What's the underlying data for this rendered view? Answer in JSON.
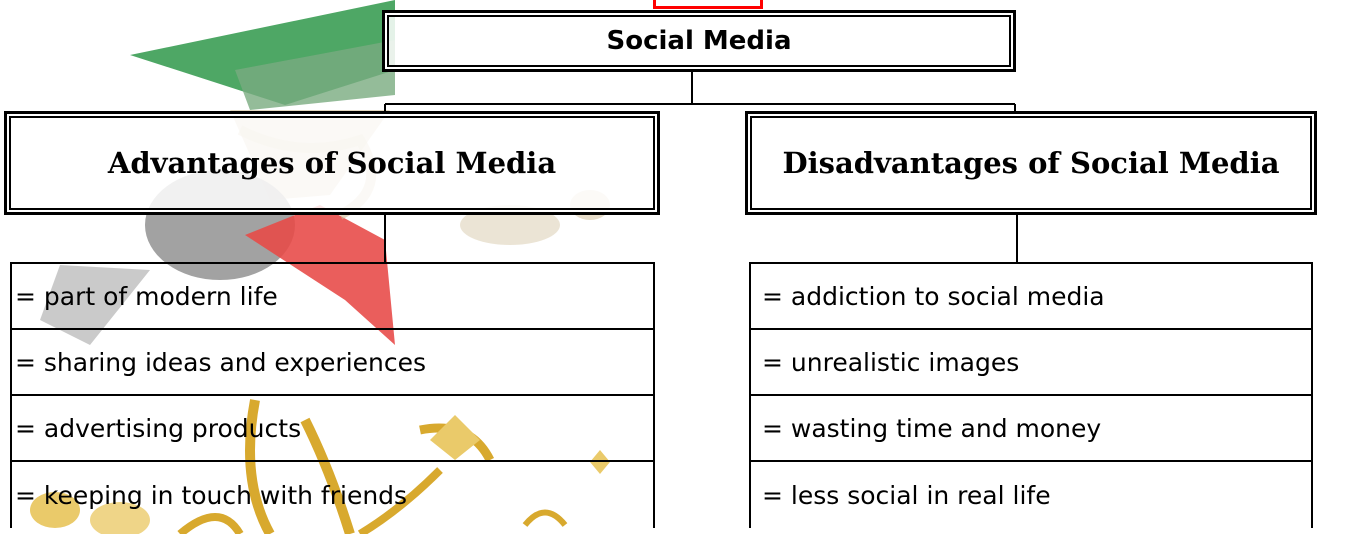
{
  "diagram": {
    "root": {
      "label": "Social Media"
    },
    "categories": [
      {
        "title": "Advantages of Social Media",
        "items": [
          "= part of modern life",
          "= sharing ideas and experiences",
          "= advertising products",
          "= keeping in touch with friends"
        ]
      },
      {
        "title": "Disadvantages of Social Media",
        "items": [
          "= addiction to social media",
          "= unrealistic images",
          "= wasting time and money",
          "= less social in real life"
        ]
      }
    ]
  },
  "watermark": {
    "colors": {
      "green": "#2e9a4e",
      "gray": "#8c8c8c",
      "red": "#e53935",
      "gold": "#d4a017",
      "tan": "#c9b48a"
    }
  }
}
